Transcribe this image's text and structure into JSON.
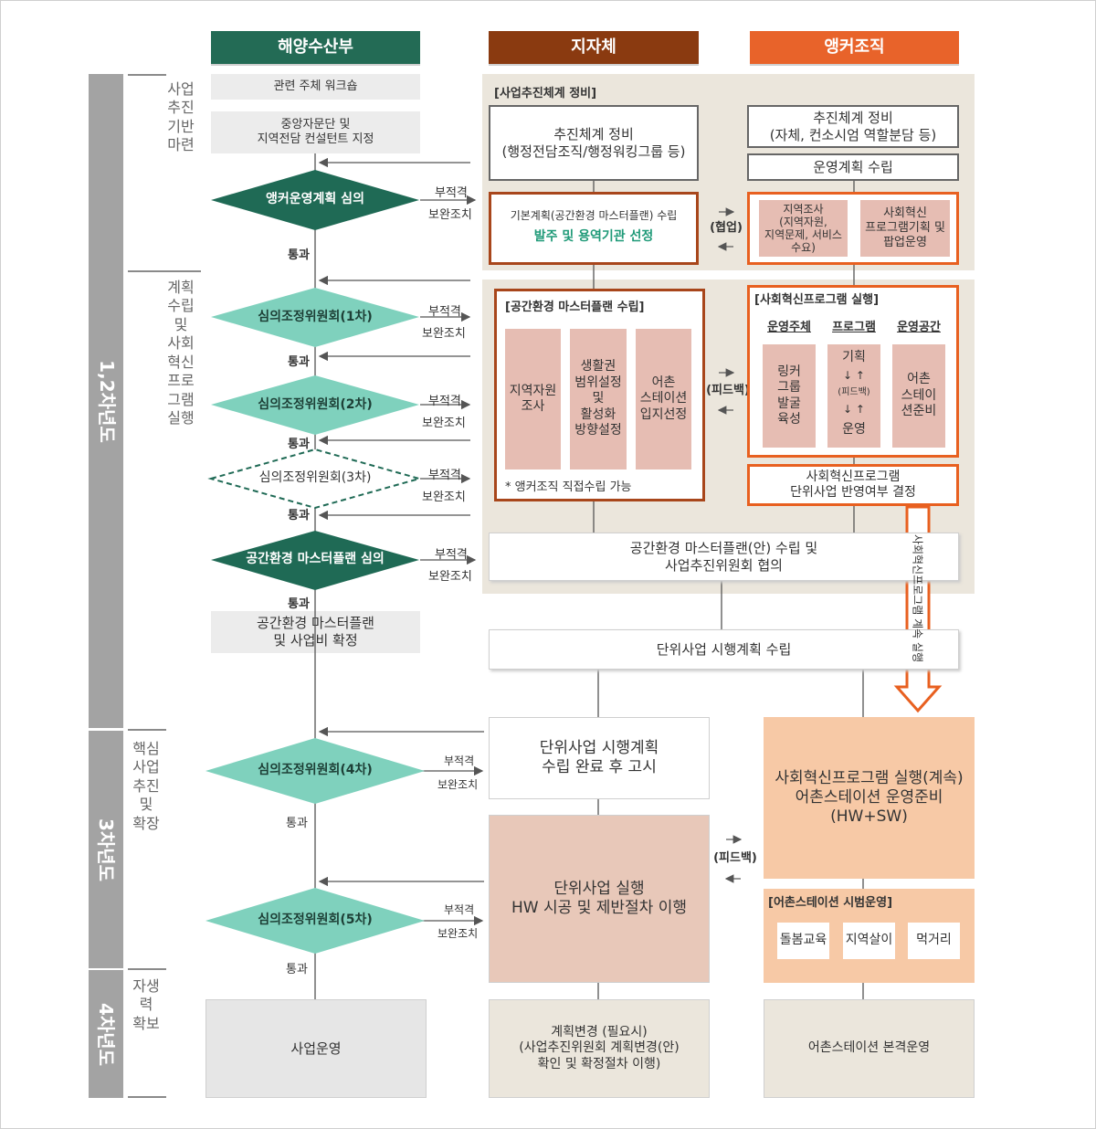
{
  "headers": {
    "ministry": "해양수산부",
    "local_gov": "지자체",
    "anchor": "앵커조직"
  },
  "phases": {
    "p12": "1,2차년도",
    "p3": "3차년도",
    "p4": "4차년도"
  },
  "stages": {
    "s1": "사업\n추진\n기반\n마련",
    "s2": "계획\n수립\n및\n사회\n혁신\n프로\n그램\n실행",
    "s3": "핵심\n사업\n추진\n및\n확장",
    "s4": "자생\n력\n확보"
  },
  "ministry": {
    "workshop": "관련 주체 워크숍",
    "consultant": "중앙자문단 및\n지역전담 컨설턴트 지정",
    "review_anchor": "앵커운영계획 심의",
    "committee1": "심의조정위원회(1차)",
    "committee2": "심의조정위원회(2차)",
    "committee3": "심의조정위원회(3차)",
    "review_master": "공간환경 마스터플랜 심의",
    "confirm": "공간환경 마스터플랜\n및 사업비 확정",
    "committee4": "심의조정위원회(4차)",
    "committee5": "심의조정위원회(5차)",
    "operation": "사업운영"
  },
  "flow": {
    "pass": "통과",
    "unfit": "부적격",
    "supplement": "보완조치"
  },
  "local": {
    "system_title": "[사업추진체계 정비]",
    "system_setup": "추진체계 정비\n(행정전담조직/행정워킹그룹 등)",
    "basic_plan": "기본계획(공간환경 마스터플랜) 수립",
    "order": "발주 및 용역기관 선정",
    "master_title": "[공간환경 마스터플랜 수립]",
    "col1": "지역자원\n조사",
    "col2": "생활권\n범위설정\n및\n활성화\n방향설정",
    "col3": "어촌\n스테이션\n입지선정",
    "note": "* 앵커조직 직접수립 가능",
    "master_plan": "공간환경 마스터플랜(안) 수립 및\n사업추진위원회 협의",
    "unit_plan": "단위사업 시행계획 수립",
    "unit_notice": "단위사업 시행계획\n수립 완료 후 고시",
    "unit_exec": "단위사업 실행\nHW 시공 및 제반절차 이행",
    "plan_change": "계획변경 (필요시)\n(사업추진위원회 계획변경(안)\n확인 및 확정절차 이행)"
  },
  "anchor": {
    "system_setup": "추진체계 정비\n(자체, 컨소시엄 역할분담 등)",
    "ops_plan": "운영계획 수립",
    "survey": "지역조사\n(지역자원,\n지역문제, 서비스\n수요)",
    "social_plan": "사회혁신\n프로그램기획 및\n팝업운영",
    "social_title": "[사회혁신프로그램 실행]",
    "sub1": "운영주체",
    "sub2": "프로그램",
    "sub3": "운영공간",
    "c1": "링커\n그룹\n발굴\n육성",
    "c2_top": "기획",
    "c2_mid": "(피드백)",
    "c2_bot": "운영",
    "c3": "어촌\n스테이\n션준비",
    "decision": "사회혁신프로그램\n단위사업 반영여부 결정",
    "continue_label": "사회혁신프로그램 계속 실행",
    "exec_cont": "사회혁신프로그램 실행(계속)\n어촌스테이션 운영준비\n(HW+SW)",
    "pilot_title": "[어촌스테이션 시범운영]",
    "pilot1": "돌봄교육",
    "pilot2": "지역살이",
    "pilot3": "먹거리",
    "full_op": "어촌스테이션 본격운영"
  },
  "links": {
    "cooperation": "(협업)",
    "feedback": "(피드백)"
  },
  "colors": {
    "ministry": "#236b55",
    "local_gov": "#8a3a10",
    "anchor": "#e8632a",
    "diamond_dark": "#1f6a55",
    "diamond_light": "#7fd1bd",
    "orange": "#e86020"
  }
}
